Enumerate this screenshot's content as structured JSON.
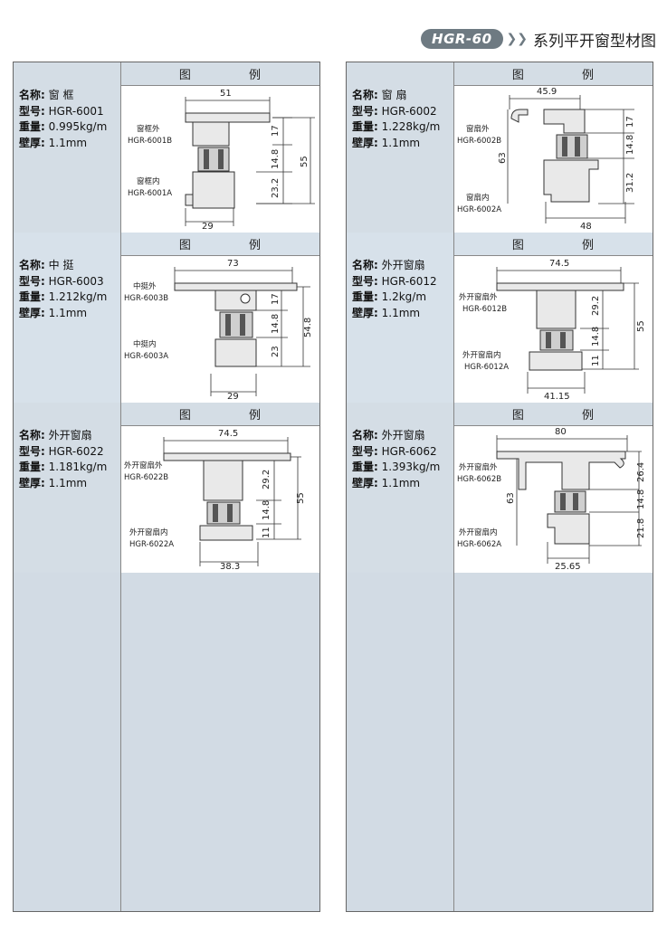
{
  "header": {
    "badge": "HGR-60",
    "title": "系列平开窗型材图"
  },
  "legend_label": "图 例",
  "field_labels": {
    "name": "名称:",
    "model": "型号:",
    "weight": "重量:",
    "wall": "壁厚:"
  },
  "left": [
    {
      "name": "窗 框",
      "model": "HGR-6001",
      "weight": "0.995kg/m",
      "wall": "1.1mm",
      "labels": [
        "窗框外",
        "HGR-6001B",
        "窗框内",
        "HGR-6001A"
      ],
      "dims": {
        "top": "51",
        "bottom": "29",
        "v1": "17",
        "v2": "14.8",
        "v3": "23.2",
        "total": "55"
      }
    },
    {
      "name": "中 挺",
      "model": "HGR-6003",
      "weight": "1.212kg/m",
      "wall": "1.1mm",
      "labels": [
        "中挺外",
        "HGR-6003B",
        "中挺内",
        "HGR-6003A"
      ],
      "dims": {
        "top": "73",
        "bottom": "29",
        "v1": "17",
        "v2": "14.8",
        "v3": "23",
        "total": "54.8"
      }
    },
    {
      "name": "外开窗扇",
      "model": "HGR-6022",
      "weight": "1.181kg/m",
      "wall": "1.1mm",
      "labels": [
        "外开窗扇外",
        "HGR-6022B",
        "外开窗扇内",
        "HGR-6022A"
      ],
      "dims": {
        "top": "74.5",
        "bottom": "38.3",
        "v1": "29.2",
        "v2": "14.8",
        "v3": "11",
        "total": "55"
      }
    }
  ],
  "right": [
    {
      "name": "窗 扇",
      "model": "HGR-6002",
      "weight": "1.228kg/m",
      "wall": "1.1mm",
      "labels": [
        "窗扇外",
        "HGR-6002B",
        "窗扇内",
        "HGR-6002A"
      ],
      "dims": {
        "top": "45.9",
        "bottom": "48",
        "v1": "17",
        "v2": "14.8",
        "v3": "31.2",
        "total": "63"
      }
    },
    {
      "name": "外开窗扇",
      "model": "HGR-6012",
      "weight": "1.2kg/m",
      "wall": "1.1mm",
      "labels": [
        "外开窗扇外",
        "HGR-6012B",
        "外开窗扇内",
        "HGR-6012A"
      ],
      "dims": {
        "top": "74.5",
        "bottom": "41.15",
        "v1": "29.2",
        "v2": "14.8",
        "v3": "11",
        "total": "55"
      }
    },
    {
      "name": "外开窗扇",
      "model": "HGR-6062",
      "weight": "1.393kg/m",
      "wall": "1.1mm",
      "labels": [
        "外开窗扇外",
        "HGR-6062B",
        "外开窗扇内",
        "HGR-6062A"
      ],
      "dims": {
        "top": "80",
        "bottom": "25.65",
        "v1": "26.4",
        "v2": "14.8",
        "v3": "21.8",
        "total": "63"
      }
    }
  ]
}
